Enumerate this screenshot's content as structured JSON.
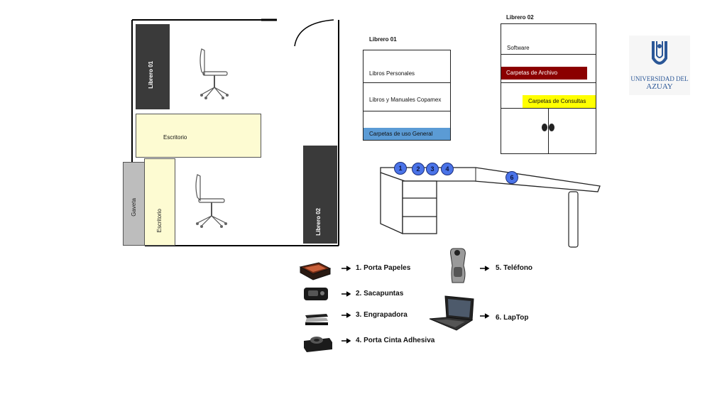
{
  "floorplan": {
    "librero01_label": "Librero 01",
    "librero02_label": "Librero 02",
    "escritorio_top_label": "Escritorio",
    "escritorio_side_label": "Escritorio",
    "gaveta_label": "Gaveta"
  },
  "shelf01": {
    "title": "Librero 01",
    "rows": [
      "Libros Personales",
      "Libros y Manuales Copamex",
      "",
      "Carpetas de uso General"
    ]
  },
  "shelf02": {
    "title": "Librero 02",
    "rows": [
      "Software",
      "Carpetas de Archivo",
      "Carpetas de Consultas"
    ]
  },
  "desk_markers": [
    "1",
    "2",
    "3",
    "4",
    "6"
  ],
  "legend": [
    {
      "label": "1. Porta Papeles",
      "icon": "paper-tray-icon"
    },
    {
      "label": "2. Sacapuntas",
      "icon": "sharpener-icon"
    },
    {
      "label": "3. Engrapadora",
      "icon": "stapler-icon"
    },
    {
      "label": "4. Porta Cinta Adhesiva",
      "icon": "tape-dispenser-icon"
    },
    {
      "label": "5. Teléfono",
      "icon": "phone-icon"
    },
    {
      "label": "6. LapTop",
      "icon": "laptop-icon"
    }
  ],
  "logo": {
    "line1": "UNIVERSIDAD DEL",
    "line2": "AZUAY"
  },
  "colors": {
    "dark_shelf": "#3a3a3a",
    "desk_yellow": "#fdfbd2",
    "gaveta_gray": "#bdbdbd",
    "blue_row": "#5b9bd5",
    "red_row": "#8b0000",
    "yellow_row": "#ffff00",
    "marker_blue": "#4a73e8",
    "logo_blue": "#2b5797"
  }
}
